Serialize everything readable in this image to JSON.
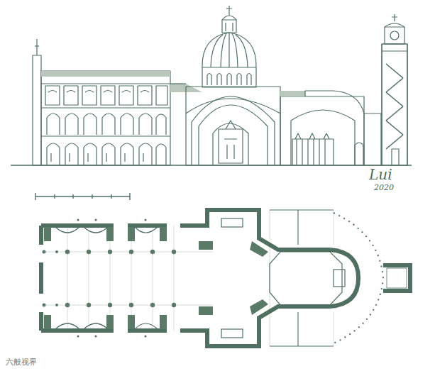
{
  "diagram": {
    "labels": [
      "Lui",
      "2020",
      "六般视界"
    ]
  }
}
